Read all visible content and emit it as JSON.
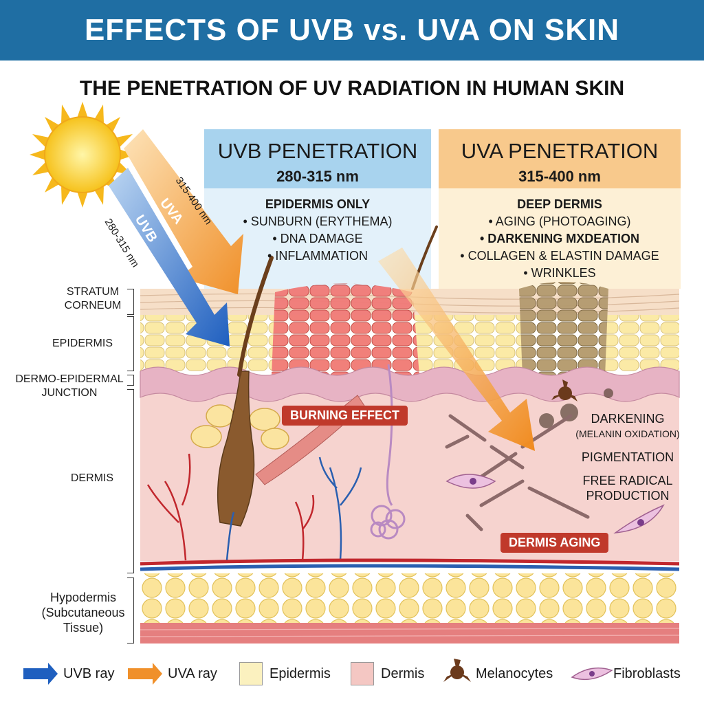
{
  "banner": {
    "title": "EFFECTS OF UVB vs. UVA ON SKIN"
  },
  "subtitle": "THE PENETRATION OF UV RADIATION IN HUMAN SKIN",
  "rays": {
    "uvb": {
      "label": "UVB",
      "range": "280-315 nm",
      "color": "#1f5fbf"
    },
    "uva": {
      "label": "UVA",
      "range": "315-400 nm",
      "color": "#f0902a"
    }
  },
  "uvb_column": {
    "title": "UVB PENETRATION",
    "range": "280-315 nm",
    "heading": "EPIDERMIS ONLY",
    "effects": [
      "• SUNBURN (ERYTHEMA)",
      "• DNA DAMAGE",
      "• INFLAMMATION"
    ],
    "tag": "BURNING EFFECT"
  },
  "uva_column": {
    "title": "UVA PENETRATION",
    "range": "315-400 nm",
    "heading": "DEEP DERMIS",
    "effects": [
      "• AGING (PHOTOAGING)",
      "• DARKENING MXDEATION",
      "• COLLAGEN & ELASTIN DAMAGE",
      "• WRINKLES"
    ],
    "annotations": [
      "DARKENING",
      "(MELANIN OXIDATION)",
      "PIGMENTATION",
      "FREE RADICAL",
      "PRODUCTION"
    ],
    "tag": "DERMIS AGING"
  },
  "layers": {
    "stratum_corneum": [
      "STRATUM",
      "CORNEUM"
    ],
    "epidermis": "EPIDERMIS",
    "junction": [
      "DERMO-EPIDERMAL",
      "JUNCTION"
    ],
    "dermis": "DERMIS",
    "hypodermis": [
      "Hypodermis",
      "(Subcutaneous",
      "Tissue)"
    ]
  },
  "legend": {
    "uvb_ray": "UVB ray",
    "uva_ray": "UVA ray",
    "epidermis": "Epidermis",
    "dermis": "Dermis",
    "melanocytes": "Melanocytes",
    "fibroblasts": "Fibroblasts"
  },
  "colors": {
    "banner": "#1f6ea3",
    "epidermis": "#fbf1bf",
    "dermis": "#f4c7c3",
    "burn": "#e85c5c",
    "tag": "#c0392b"
  }
}
